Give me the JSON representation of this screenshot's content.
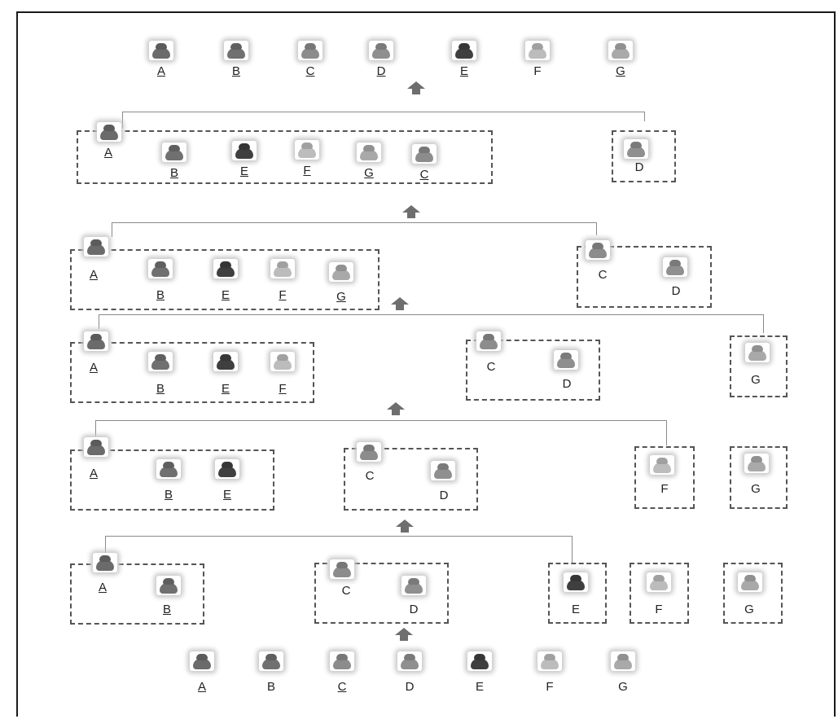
{
  "diagram": {
    "row_top": {
      "items": [
        {
          "label": "A",
          "underlined": true,
          "tone": "#6b6b6b"
        },
        {
          "label": "B",
          "underlined": true,
          "tone": "#707070"
        },
        {
          "label": "C",
          "underlined": true,
          "tone": "#8c8c8c"
        },
        {
          "label": "D",
          "underlined": true,
          "tone": "#8f8f8f"
        },
        {
          "label": "E",
          "underlined": true,
          "tone": "#3f3f3f"
        },
        {
          "label": "F",
          "underlined": false,
          "tone": "#bcbcbc"
        },
        {
          "label": "G",
          "underlined": true,
          "tone": "#a9a9a9"
        }
      ]
    },
    "level6": {
      "group1": [
        {
          "label": "A",
          "underlined": true,
          "tone": "#6b6b6b"
        },
        {
          "label": "B",
          "underlined": true,
          "tone": "#707070"
        },
        {
          "label": "E",
          "underlined": true,
          "tone": "#3f3f3f"
        },
        {
          "label": "F",
          "underlined": true,
          "tone": "#bcbcbc"
        },
        {
          "label": "G",
          "underlined": true,
          "tone": "#a9a9a9"
        },
        {
          "label": "C",
          "underlined": true,
          "tone": "#8c8c8c"
        }
      ],
      "group2": [
        {
          "label": "D",
          "underlined": false,
          "tone": "#8f8f8f"
        }
      ]
    },
    "level5": {
      "group1": [
        {
          "label": "A",
          "underlined": true,
          "tone": "#6b6b6b"
        },
        {
          "label": "B",
          "underlined": true,
          "tone": "#707070"
        },
        {
          "label": "E",
          "underlined": true,
          "tone": "#3f3f3f"
        },
        {
          "label": "F",
          "underlined": true,
          "tone": "#bcbcbc"
        },
        {
          "label": "G",
          "underlined": true,
          "tone": "#a9a9a9"
        }
      ],
      "group2": [
        {
          "label": "C",
          "underlined": false,
          "tone": "#8c8c8c"
        },
        {
          "label": "D",
          "underlined": false,
          "tone": "#8f8f8f"
        }
      ]
    },
    "level4": {
      "group1": [
        {
          "label": "A",
          "underlined": true,
          "tone": "#6b6b6b"
        },
        {
          "label": "B",
          "underlined": true,
          "tone": "#707070"
        },
        {
          "label": "E",
          "underlined": true,
          "tone": "#3f3f3f"
        },
        {
          "label": "F",
          "underlined": true,
          "tone": "#bcbcbc"
        }
      ],
      "group2": [
        {
          "label": "C",
          "underlined": false,
          "tone": "#8c8c8c"
        },
        {
          "label": "D",
          "underlined": false,
          "tone": "#8f8f8f"
        }
      ],
      "group3": [
        {
          "label": "G",
          "underlined": false,
          "tone": "#a9a9a9"
        }
      ]
    },
    "level3": {
      "group1": [
        {
          "label": "A",
          "underlined": true,
          "tone": "#6b6b6b"
        },
        {
          "label": "B",
          "underlined": true,
          "tone": "#707070"
        },
        {
          "label": "E",
          "underlined": true,
          "tone": "#3f3f3f"
        }
      ],
      "group2": [
        {
          "label": "C",
          "underlined": false,
          "tone": "#8c8c8c"
        },
        {
          "label": "D",
          "underlined": false,
          "tone": "#8f8f8f"
        }
      ],
      "group3": [
        {
          "label": "F",
          "underlined": false,
          "tone": "#bcbcbc"
        }
      ],
      "group4": [
        {
          "label": "G",
          "underlined": false,
          "tone": "#a9a9a9"
        }
      ]
    },
    "level2": {
      "group1": [
        {
          "label": "A",
          "underlined": true,
          "tone": "#6b6b6b"
        },
        {
          "label": "B",
          "underlined": true,
          "tone": "#707070"
        }
      ],
      "group2": [
        {
          "label": "C",
          "underlined": false,
          "tone": "#8c8c8c"
        },
        {
          "label": "D",
          "underlined": false,
          "tone": "#8f8f8f"
        }
      ],
      "group3": [
        {
          "label": "E",
          "underlined": false,
          "tone": "#3f3f3f"
        }
      ],
      "group4": [
        {
          "label": "F",
          "underlined": false,
          "tone": "#bcbcbc"
        }
      ],
      "group5": [
        {
          "label": "G",
          "underlined": false,
          "tone": "#a9a9a9"
        }
      ]
    },
    "row_bottom": {
      "items": [
        {
          "label": "A",
          "underlined": true,
          "tone": "#6b6b6b"
        },
        {
          "label": "B",
          "underlined": false,
          "tone": "#707070"
        },
        {
          "label": "C",
          "underlined": true,
          "tone": "#8c8c8c"
        },
        {
          "label": "D",
          "underlined": false,
          "tone": "#8f8f8f"
        },
        {
          "label": "E",
          "underlined": false,
          "tone": "#3f3f3f"
        },
        {
          "label": "F",
          "underlined": false,
          "tone": "#bcbcbc"
        },
        {
          "label": "G",
          "underlined": false,
          "tone": "#a9a9a9"
        }
      ]
    },
    "colors": {
      "dashed_border": "#555555",
      "connector_line": "#8a8a8a",
      "arrow": "#6e6e6e"
    }
  }
}
